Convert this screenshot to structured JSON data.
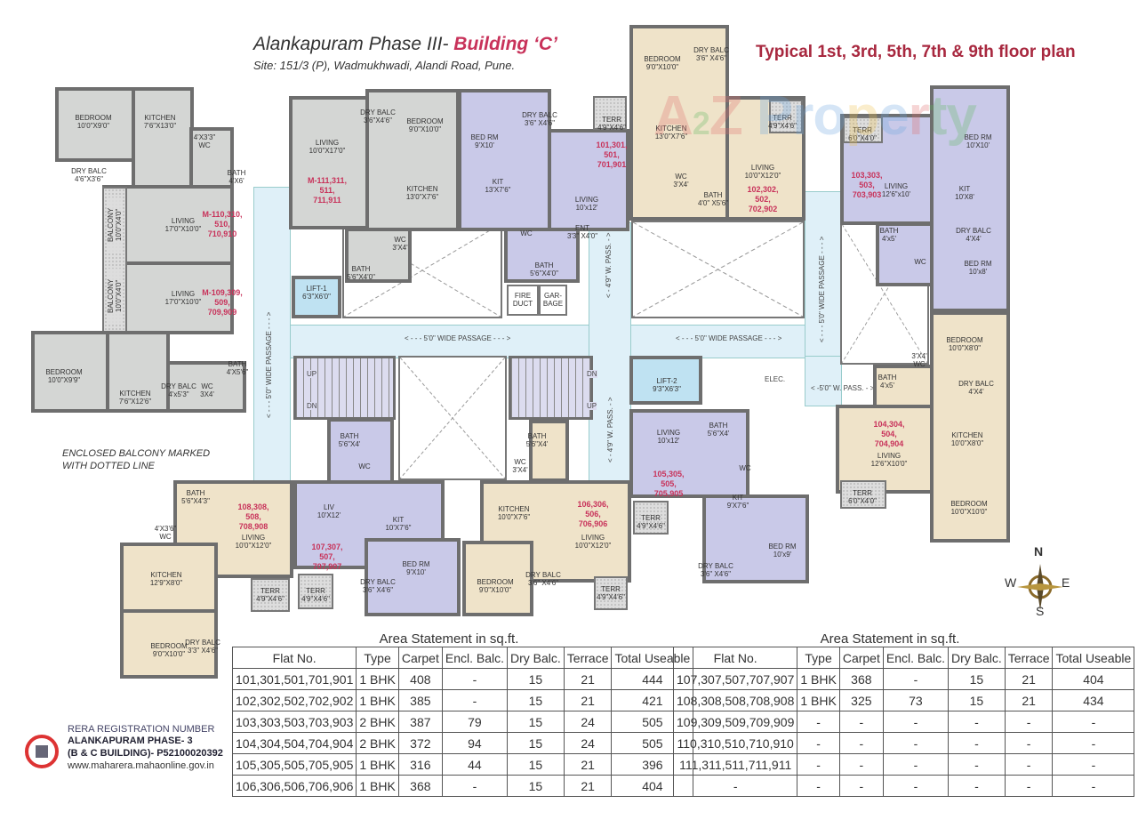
{
  "header": {
    "title_main": "Alankapuram Phase III- ",
    "title_building": "Building ‘C’",
    "site": "Site: 151/3 (P), Wadmukhwadi, Alandi Road, Pune.",
    "floor_plan_title": "Typical 1st, 3rd, 5th, 7th & 9th floor plan"
  },
  "watermark": "A2Z Property",
  "colors": {
    "accent": "#c8325a",
    "unit_gray": "#d4d6d4",
    "unit_lavender": "#c9c9e8",
    "unit_beige": "#efe3c9",
    "passage": "#dff0f8",
    "title_red": "#a8283f"
  },
  "units": {
    "m110": {
      "label": [
        "M-110,310,",
        "510,",
        "710,910"
      ],
      "rooms": [
        {
          "name": "BEDROOM",
          "size": "10'0\"X9'0\""
        },
        {
          "name": "KITCHEN",
          "size": "7'6\"X13'0\""
        },
        {
          "name": "WC",
          "size": "4'X3'3\""
        },
        {
          "name": "BATH",
          "size": "4'X6'"
        },
        {
          "name": "DRY BALC",
          "size": "4'6\"X3'6\""
        },
        {
          "name": "LIVING",
          "size": "17'0\"X10'0\""
        },
        {
          "name": "BALCONY",
          "size": "10'0\"X4'0\""
        }
      ]
    },
    "m109": {
      "label": [
        "M-109,309,",
        "509,",
        "709,909"
      ],
      "rooms": [
        {
          "name": "LIVING",
          "size": "17'0\"X10'0\""
        },
        {
          "name": "BALCONY",
          "size": "10'0\"X4'0\""
        },
        {
          "name": "BEDROOM",
          "size": "10'0\"X9'9\""
        },
        {
          "name": "KITCHEN",
          "size": "7'6\"X12'6\""
        },
        {
          "name": "DRY BALC",
          "size": "4'x5'3\""
        },
        {
          "name": "WC",
          "size": "3X4'"
        },
        {
          "name": "BATH",
          "size": "4'X5'6\""
        }
      ]
    },
    "m111": {
      "label": [
        "M-111,311,",
        "511,",
        "711,911"
      ],
      "rooms": [
        {
          "name": "LIVING",
          "size": "10'0\"X17'0\""
        },
        {
          "name": "DRY BALC",
          "size": "3'6\"X4'6\""
        },
        {
          "name": "BEDROOM",
          "size": "9'0\"X10'0\""
        },
        {
          "name": "KITCHEN",
          "size": "13'0\"X7'6\""
        },
        {
          "name": "WC",
          "size": "3'X4'"
        },
        {
          "name": "BATH",
          "size": "5'6\"X4'0\""
        }
      ]
    },
    "u101": {
      "label": [
        "101,301,",
        "501,",
        "701,901"
      ],
      "rooms": [
        {
          "name": "BED RM",
          "size": "9'X10'"
        },
        {
          "name": "DRY BALC",
          "size": "3'6\" X4'6\""
        },
        {
          "name": "KIT",
          "size": "13'X7'6\""
        },
        {
          "name": "LIVING",
          "size": "10'x12'"
        },
        {
          "name": "ENT",
          "size": "3'3\" X4'0\""
        },
        {
          "name": "WC",
          "size": ""
        },
        {
          "name": "BATH",
          "size": "5'6\"X4'0\""
        },
        {
          "name": "TERR",
          "size": "4'9\"X4'6\""
        }
      ]
    },
    "u102": {
      "label": [
        "102,302,",
        "502,",
        "702,902"
      ],
      "rooms": [
        {
          "name": "BEDROOM",
          "size": "9'0\"X10'0\""
        },
        {
          "name": "DRY BALC",
          "size": "3'6\" X4'6\""
        },
        {
          "name": "KITCHEN",
          "size": "13'0\"X7'6\""
        },
        {
          "name": "TERR",
          "size": "4'9\"X4'6\""
        },
        {
          "name": "WC",
          "size": "3'X4'"
        },
        {
          "name": "BATH",
          "size": "4'0\" X5'6\""
        },
        {
          "name": "LIVING",
          "size": "10'0\"X12'0\""
        }
      ]
    },
    "u103": {
      "label": [
        "103,303,",
        "503,",
        "703,903"
      ],
      "rooms": [
        {
          "name": "TERR",
          "size": "6'0\"X4'0\""
        },
        {
          "name": "BED RM",
          "size": "10'X10'"
        },
        {
          "name": "LIVING",
          "size": "12'6\"x10'"
        },
        {
          "name": "KIT",
          "size": "10'X8'"
        },
        {
          "name": "BATH",
          "size": "4'x5'"
        },
        {
          "name": "WC",
          "size": ""
        },
        {
          "name": "DRY BALC",
          "size": "4'X4'"
        },
        {
          "name": "BED RM",
          "size": "10'x8'"
        }
      ]
    },
    "u104": {
      "label": [
        "104,304,",
        "504,",
        "704,904"
      ],
      "rooms": [
        {
          "name": "BEDROOM",
          "size": "10'0\"X8'0\""
        },
        {
          "name": "WC",
          "size": "3'X4'"
        },
        {
          "name": "BATH",
          "size": "4'x5'"
        },
        {
          "name": "DRY BALC",
          "size": "4'X4'"
        },
        {
          "name": "LIVING",
          "size": "12'6\"X10'0\""
        },
        {
          "name": "KITCHEN",
          "size": "10'0\"X8'0\""
        },
        {
          "name": "TERR",
          "size": "6'0\"X4'0\""
        },
        {
          "name": "BEDROOM",
          "size": "10'0\"X10'0\""
        }
      ]
    },
    "u105": {
      "label": [
        "105,305,",
        "505,",
        "705,905"
      ],
      "rooms": [
        {
          "name": "LIVING",
          "size": "10'x12'"
        },
        {
          "name": "BATH",
          "size": "5'6\"X4'"
        },
        {
          "name": "WC",
          "size": ""
        },
        {
          "name": "KIT",
          "size": "9'X7'6\""
        },
        {
          "name": "TERR",
          "size": "4'9\"X4'6\""
        },
        {
          "name": "BED RM",
          "size": "10'x9'"
        },
        {
          "name": "DRY BALC",
          "size": "3'6\" X4'6\""
        }
      ]
    },
    "u106": {
      "label": [
        "106,306,",
        "506,",
        "706,906"
      ],
      "rooms": [
        {
          "name": "BATH",
          "size": "5'6\"X4'"
        },
        {
          "name": "WC",
          "size": "3'X4'"
        },
        {
          "name": "KITCHEN",
          "size": "10'0\"X7'6\""
        },
        {
          "name": "LIVING",
          "size": "10'0\"X12'0\""
        },
        {
          "name": "BEDROOM",
          "size": "9'0\"X10'0\""
        },
        {
          "name": "DRY BALC",
          "size": "3'6\" X4'6\""
        },
        {
          "name": "TERR",
          "size": "4'9\"X4'6\""
        }
      ]
    },
    "u107": {
      "label": [
        "107,307,",
        "507,",
        "707,907"
      ],
      "rooms": [
        {
          "name": "BATH",
          "size": "5'6\"X4'"
        },
        {
          "name": "LIV",
          "size": "10'X12'"
        },
        {
          "name": "WC",
          "size": ""
        },
        {
          "name": "KIT",
          "size": "10'X7'6\""
        },
        {
          "name": "BED RM",
          "size": "9'X10'"
        },
        {
          "name": "DRY BALC",
          "size": "3'6\" X4'6\""
        },
        {
          "name": "TERR",
          "size": "4'9\"X4'6\""
        }
      ]
    },
    "u108": {
      "label": [
        "108,308,",
        "508,",
        "708,908"
      ],
      "rooms": [
        {
          "name": "BATH",
          "size": "5'6\"X4'3\""
        },
        {
          "name": "WC",
          "size": "4'X3'6\""
        },
        {
          "name": "LIVING",
          "size": "10'0\"X12'0\""
        },
        {
          "name": "KITCHEN",
          "size": "12'9\"X8'0\""
        },
        {
          "name": "BEDROOM",
          "size": "9'0\"X10'0\""
        },
        {
          "name": "DRY BALC",
          "size": "3'3\" X4'6\""
        },
        {
          "name": "TERR",
          "size": "4'9\"X4'6\""
        }
      ]
    }
  },
  "common": {
    "lift1": {
      "name": "LIFT-1",
      "size": "6'3\"X6'0\""
    },
    "lift2": {
      "name": "LIFT-2",
      "size": "9'3\"X6'3\""
    },
    "fire_duct": "FIRE DUCT",
    "garbage": "GAR-BAGE",
    "elec": "ELEC.",
    "up": "UP",
    "dn": "DN",
    "passage_50": "< - - - 5'0\" WIDE PASSAGE - - - >",
    "passage_50_v": "< - - - 5'0\" WIDE PASSAGE - - - >",
    "passage_49": "< - 4'9\" W. PASS. - >",
    "passage_50_short": "< -5'0\" W. PASS. - >"
  },
  "note": [
    "ENCLOSED BALCONY MARKED",
    "WITH DOTTED LINE"
  ],
  "compass": {
    "n": "N",
    "s": "S",
    "e": "E",
    "w": "W"
  },
  "rera": {
    "line1": "RERA REGISTRATION NUMBER",
    "line2": "ALANKAPURAM PHASE- 3",
    "line3": "(B & C BUILDING)- P52100020392",
    "line4": "www.maharera.mahaonline.gov.in"
  },
  "tables": [
    {
      "caption": "Area Statement in sq.ft.",
      "headers": [
        "Flat No.",
        "Type",
        "Carpet",
        "Encl. Balc.",
        "Dry Balc.",
        "Terrace",
        "Total Useable"
      ],
      "rows": [
        [
          "101,301,501,701,901",
          "1 BHK",
          "408",
          "-",
          "15",
          "21",
          "444"
        ],
        [
          "102,302,502,702,902",
          "1 BHK",
          "385",
          "-",
          "15",
          "21",
          "421"
        ],
        [
          "103,303,503,703,903",
          "2 BHK",
          "387",
          "79",
          "15",
          "24",
          "505"
        ],
        [
          "104,304,504,704,904",
          "2 BHK",
          "372",
          "94",
          "15",
          "24",
          "505"
        ],
        [
          "105,305,505,705,905",
          "1 BHK",
          "316",
          "44",
          "15",
          "21",
          "396"
        ],
        [
          "106,306,506,706,906",
          "1 BHK",
          "368",
          "-",
          "15",
          "21",
          "404"
        ]
      ]
    },
    {
      "caption": "Area Statement in sq.ft.",
      "headers": [
        "Flat No.",
        "Type",
        "Carpet",
        "Encl. Balc.",
        "Dry Balc.",
        "Terrace",
        "Total Useable"
      ],
      "rows": [
        [
          "107,307,507,707,907",
          "1 BHK",
          "368",
          "-",
          "15",
          "21",
          "404"
        ],
        [
          "108,308,508,708,908",
          "1 BHK",
          "325",
          "73",
          "15",
          "21",
          "434"
        ],
        [
          "109,309,509,709,909",
          "-",
          "-",
          "-",
          "-",
          "-",
          "-"
        ],
        [
          "110,310,510,710,910",
          "-",
          "-",
          "-",
          "-",
          "-",
          "-"
        ],
        [
          "111,311,511,711,911",
          "-",
          "-",
          "-",
          "-",
          "-",
          "-"
        ],
        [
          "-",
          "-",
          "-",
          "-",
          "-",
          "-",
          "-"
        ]
      ]
    }
  ]
}
